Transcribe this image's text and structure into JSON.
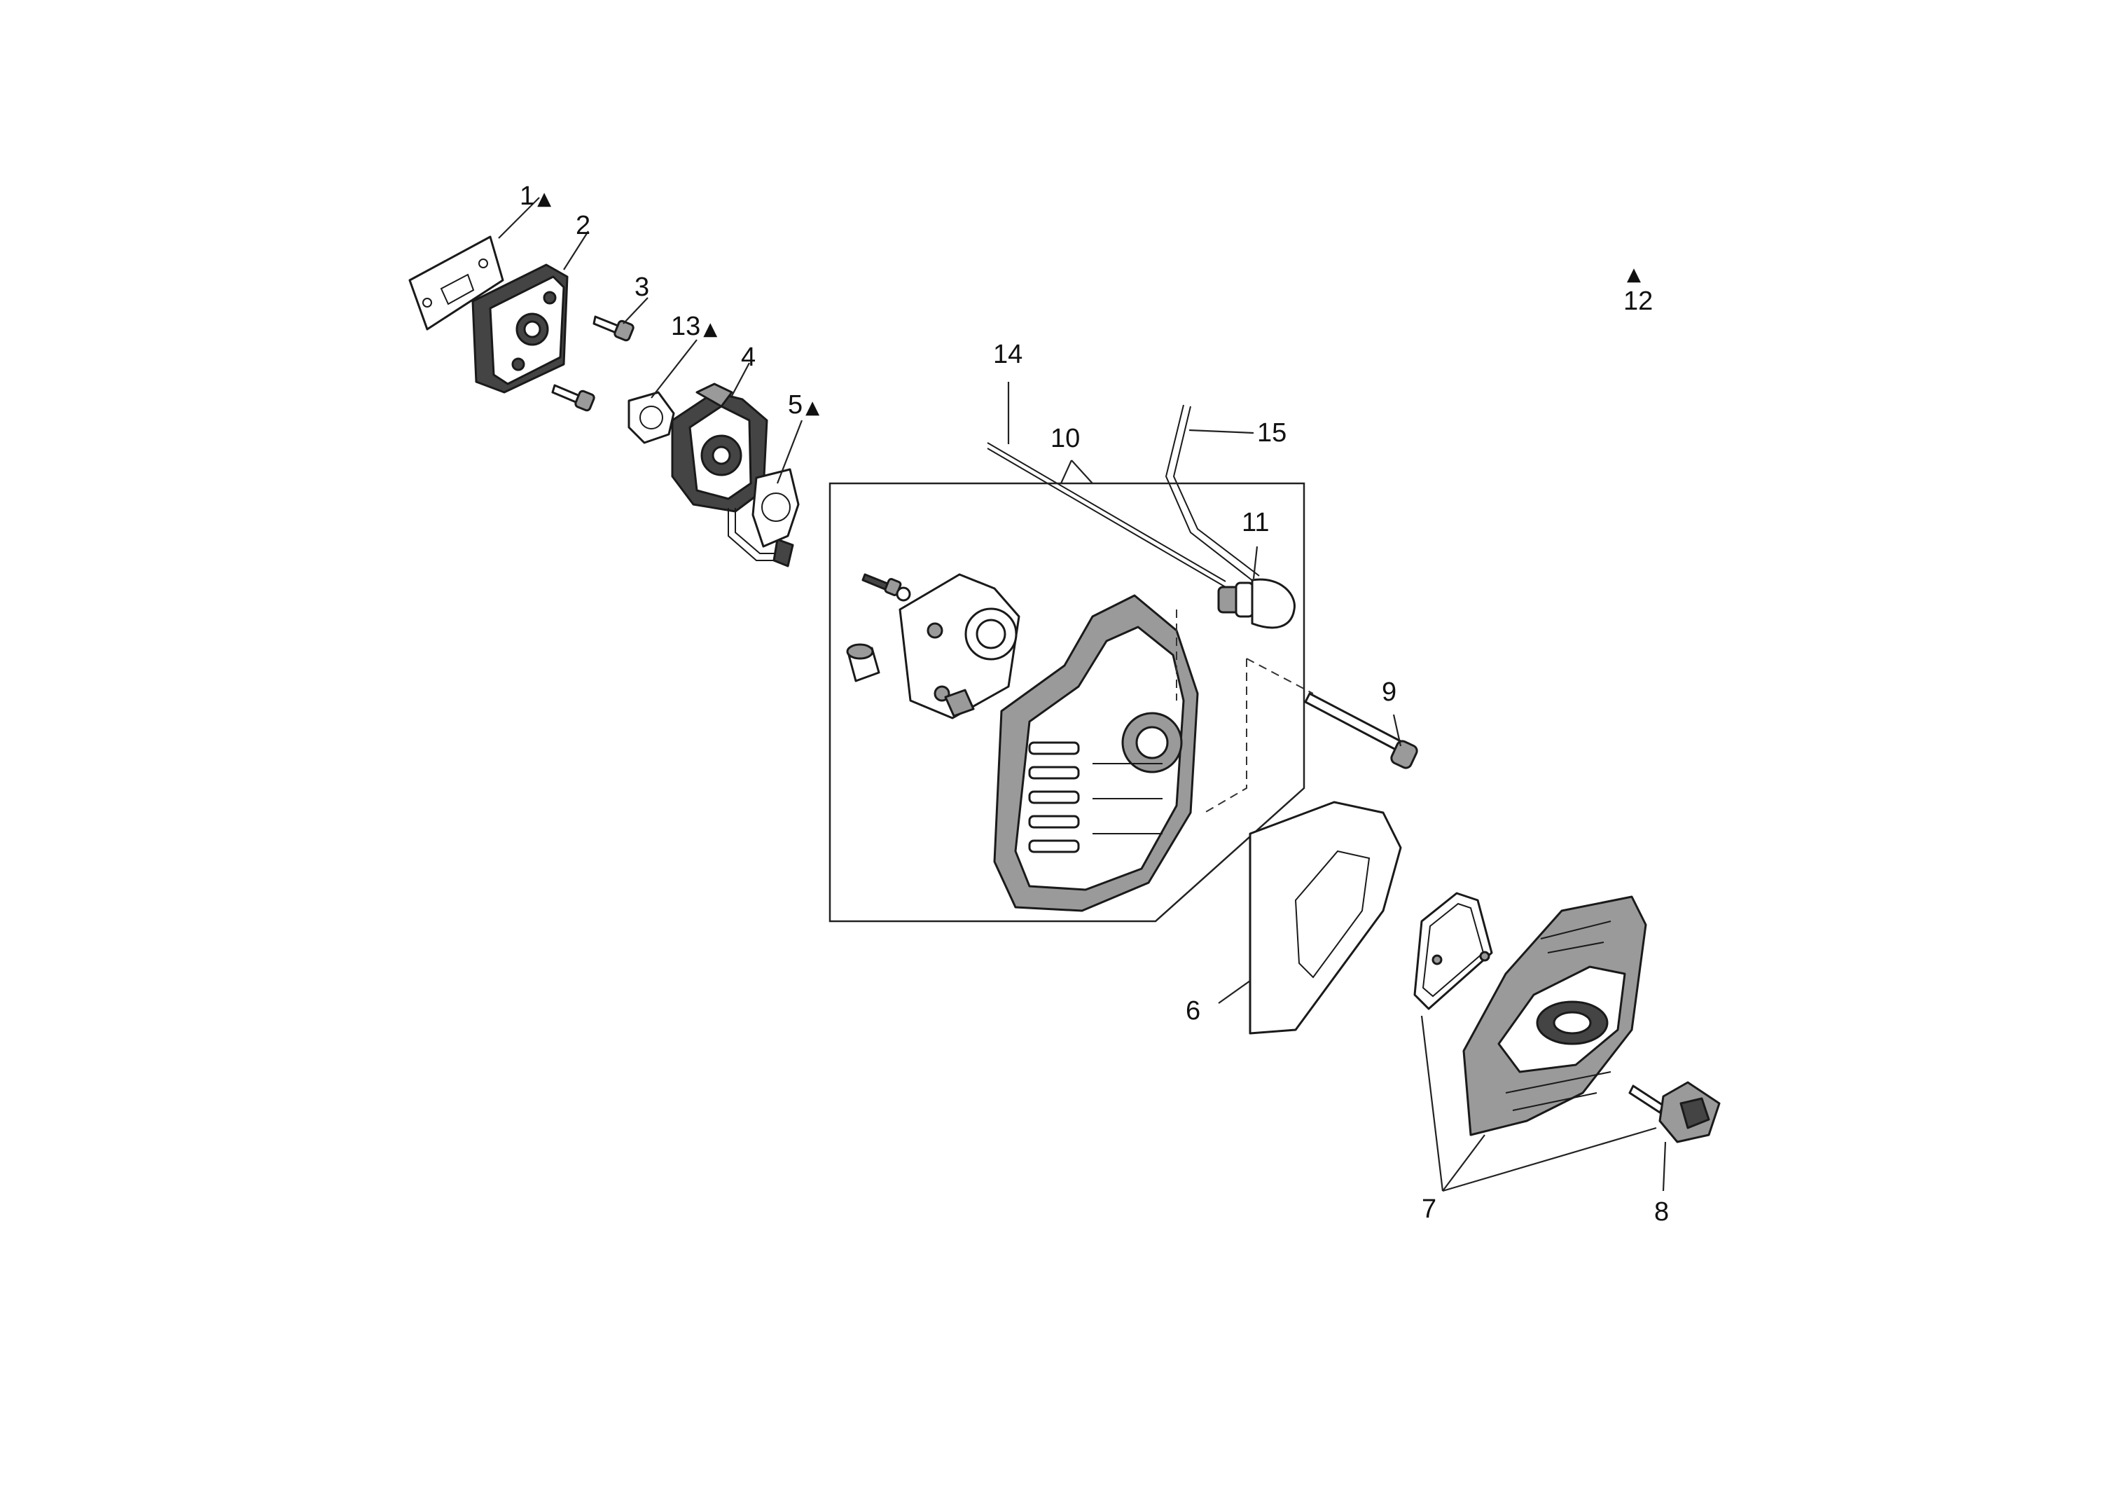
{
  "callouts": [
    {
      "id": "1",
      "text": "1",
      "marker": "▲"
    },
    {
      "id": "2",
      "text": "2",
      "marker": ""
    },
    {
      "id": "3",
      "text": "3",
      "marker": ""
    },
    {
      "id": "13",
      "text": "13",
      "marker": "▲"
    },
    {
      "id": "4",
      "text": "4",
      "marker": ""
    },
    {
      "id": "5",
      "text": "5",
      "marker": "▲"
    },
    {
      "id": "14",
      "text": "14",
      "marker": ""
    },
    {
      "id": "10",
      "text": "10",
      "marker": ""
    },
    {
      "id": "15",
      "text": "15",
      "marker": ""
    },
    {
      "id": "11",
      "text": "11",
      "marker": ""
    },
    {
      "id": "9",
      "text": "9",
      "marker": ""
    },
    {
      "id": "6",
      "text": "6",
      "marker": ""
    },
    {
      "id": "7",
      "text": "7",
      "marker": ""
    },
    {
      "id": "8",
      "text": "8",
      "marker": ""
    },
    {
      "id": "12",
      "text": "12",
      "marker": "▲"
    }
  ]
}
